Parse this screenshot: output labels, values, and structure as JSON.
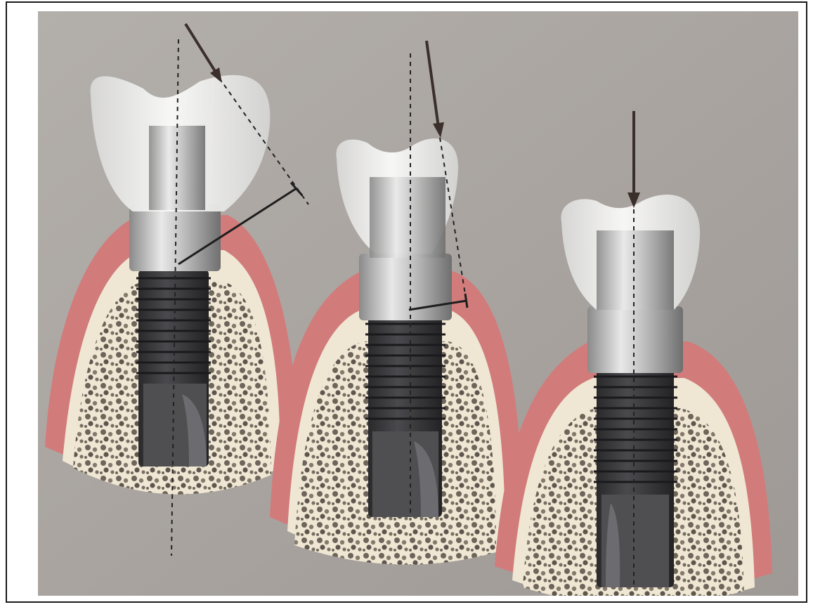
{
  "figure": {
    "implants": [
      {
        "id": "left",
        "load": "oblique-angled",
        "lever_arm": "long"
      },
      {
        "id": "middle",
        "load": "slightly-oblique",
        "lever_arm": "short"
      },
      {
        "id": "right",
        "load": "axial",
        "lever_arm": "none"
      }
    ],
    "colors": {
      "background": "#a8a39e",
      "gum": "#d27b7b",
      "gum_dark": "#b85a5e",
      "bone_cortex": "#efe7d3",
      "bone_pore": "#6e655b",
      "crown": "#f1f1ef",
      "abutment": "#c9c9c9",
      "implant_body": "#3a3a3c",
      "arrow": "#3a2f2a"
    },
    "icons": [
      "force-arrow",
      "dotted-axis-line",
      "lever-arm-marker"
    ]
  }
}
